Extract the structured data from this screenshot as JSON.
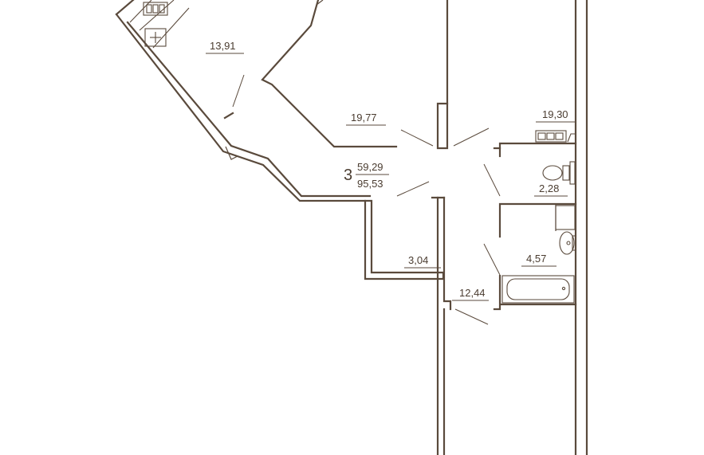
{
  "apartment": {
    "rooms_count": "3",
    "living_area": "59,29",
    "total_area": "95,53"
  },
  "rooms": [
    {
      "id": "kitchen",
      "area": "13,91"
    },
    {
      "id": "living-room",
      "area": "19,77"
    },
    {
      "id": "bedroom-right",
      "area": "19,30"
    },
    {
      "id": "toilet",
      "area": "2,28"
    },
    {
      "id": "bathroom",
      "area": "4,57"
    },
    {
      "id": "storage",
      "area": "3,04"
    },
    {
      "id": "bedroom-bottom",
      "area": "12,44"
    }
  ],
  "colors": {
    "line": "#5a4a3c",
    "text": "#4a3c30",
    "background": "#ffffff"
  }
}
